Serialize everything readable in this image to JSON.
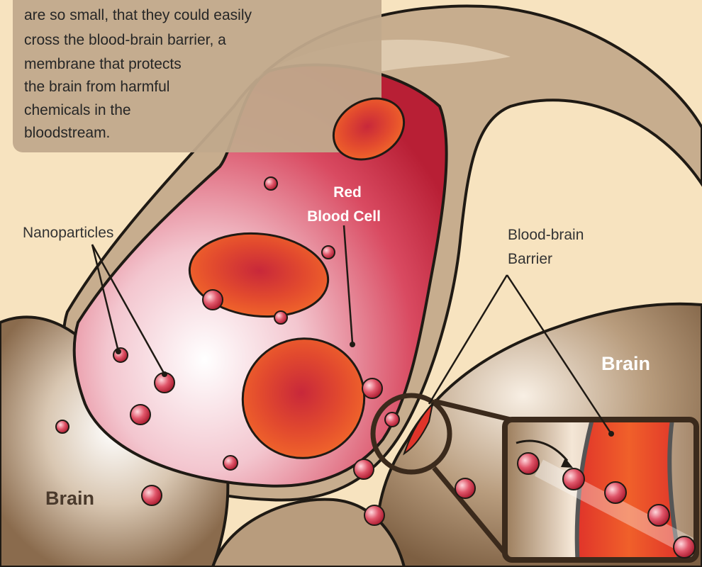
{
  "caption": {
    "lines": [
      "are so small, that they could easily",
      "cross the blood-brain barrier, a",
      "membrane that protects",
      "the brain from harmful",
      "chemicals in the",
      "bloodstream."
    ]
  },
  "labels": {
    "red_blood_cell": [
      "Red",
      "Blood Cell"
    ],
    "nanoparticles": "Nanoparticles",
    "blood_brain_barrier": [
      "Blood-brain",
      "Barrier"
    ],
    "brain_left": "Brain",
    "brain_right": "Brain"
  },
  "colors": {
    "background": "#f7e3bf",
    "vessel_wall": "#c7ad8e",
    "outline": "#1f1a14",
    "blood": "#c4283c",
    "red_cell": "#ef5a2a",
    "brain_tissue": "#a5896a",
    "nanoparticle": "#d8364b"
  }
}
